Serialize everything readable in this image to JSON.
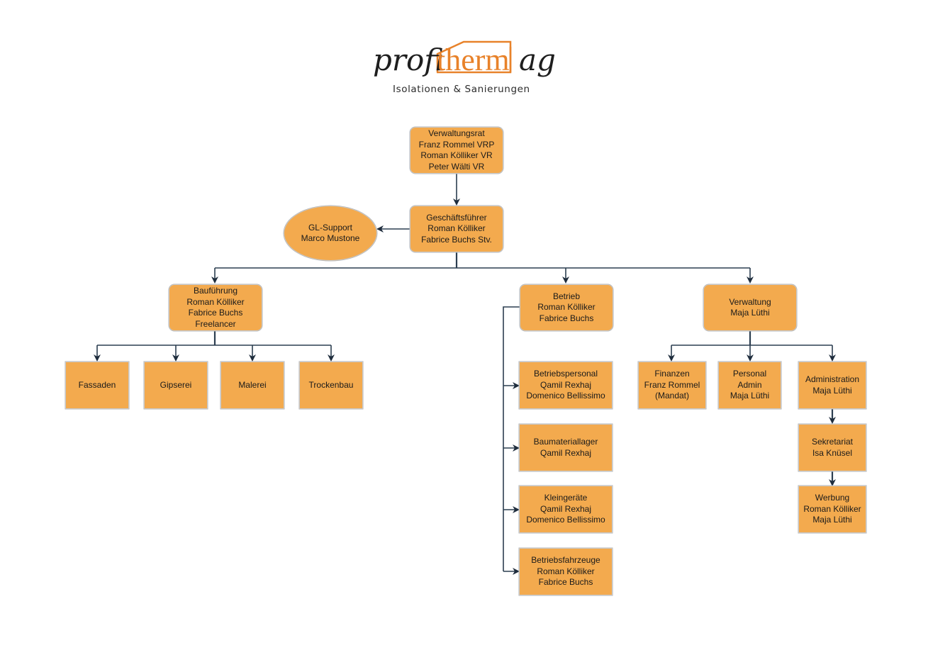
{
  "logo": {
    "part1": "profi",
    "part2": "therm",
    "part3": "ag",
    "tagline": "Isolationen & Sanierungen",
    "brand_color": "#e8822a"
  },
  "colors": {
    "node_fill": "#f3aa4e",
    "connector": "#2c3e50"
  },
  "nodes": {
    "verwaltungsrat": {
      "lines": [
        "Verwaltungsrat",
        "Franz Rommel VRP",
        "Roman Kölliker VR",
        "Peter Wälti VR"
      ]
    },
    "geschaeftsfuehrer": {
      "lines": [
        "Geschäftsführer",
        "Roman Kölliker",
        "Fabrice Buchs Stv."
      ]
    },
    "gl_support": {
      "lines": [
        "GL-Support",
        "Marco Mustone"
      ]
    },
    "baufuehrung": {
      "lines": [
        "Bauführung",
        "Roman Kölliker",
        "Fabrice Buchs",
        "Freelancer"
      ]
    },
    "betrieb": {
      "lines": [
        "Betrieb",
        "Roman Kölliker",
        "Fabrice Buchs"
      ]
    },
    "verwaltung": {
      "lines": [
        "Verwaltung",
        "Maja Lüthi"
      ]
    },
    "fassaden": {
      "lines": [
        "Fassaden"
      ]
    },
    "gipserei": {
      "lines": [
        "Gipserei"
      ]
    },
    "malerei": {
      "lines": [
        "Malerei"
      ]
    },
    "trockenbau": {
      "lines": [
        "Trockenbau"
      ]
    },
    "betriebspersonal": {
      "lines": [
        "Betriebspersonal",
        "Qamil Rexhaj",
        "Domenico Bellissimo"
      ]
    },
    "baumateriallager": {
      "lines": [
        "Baumateriallager",
        "Qamil Rexhaj"
      ]
    },
    "kleingeraete": {
      "lines": [
        "Kleingeräte",
        "Qamil Rexhaj",
        "Domenico Bellissimo"
      ]
    },
    "betriebsfahrzeuge": {
      "lines": [
        "Betriebsfahrzeuge",
        "Roman Kölliker",
        "Fabrice Buchs"
      ]
    },
    "finanzen": {
      "lines": [
        "Finanzen",
        "Franz Rommel",
        "(Mandat)"
      ]
    },
    "personal": {
      "lines": [
        "Personal",
        "Admin",
        "Maja Lüthi"
      ]
    },
    "administration": {
      "lines": [
        "Administration",
        "Maja Lüthi"
      ]
    },
    "sekretariat": {
      "lines": [
        "Sekretariat",
        "Isa Knüsel"
      ]
    },
    "werbung": {
      "lines": [
        "Werbung",
        "Roman Kölliker",
        "Maja Lüthi"
      ]
    }
  }
}
